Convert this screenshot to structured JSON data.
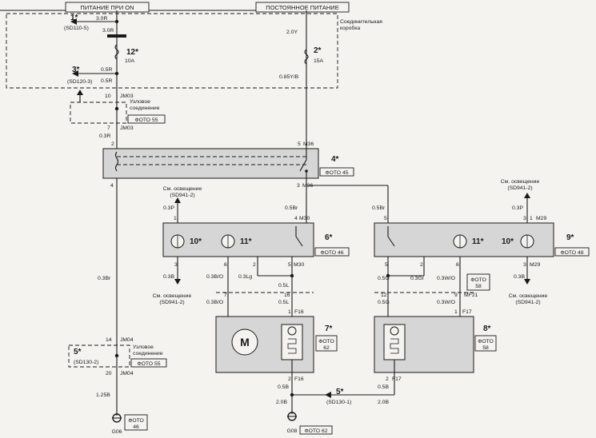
{
  "header": {
    "power_on": "ПИТАНИЕ ПРИ ON",
    "constant_power": "ПОСТОЯННОЕ ПИТАНИЕ",
    "junction_box": [
      "Соединительная",
      "коробка"
    ]
  },
  "components": {
    "c1": {
      "num": "1*",
      "ref": "(SD110-5)"
    },
    "c2": {
      "num": "2*",
      "amp": "15A"
    },
    "c3": {
      "num": "3*",
      "ref": "(SD120-3)"
    },
    "c12": {
      "num": "12*",
      "amp": "10A"
    },
    "c4": {
      "num": "4*",
      "photo": "ФОТО 45"
    },
    "c5a": {
      "num": "5*",
      "ref": "(SD130-2)",
      "photo": "ФОТО 55",
      "label": [
        "Узловое",
        "соединение"
      ]
    },
    "c5b": {
      "num": "5*",
      "ref": "(SD130-1)"
    },
    "c6": {
      "num": "6*",
      "photo": "ФОТО 46"
    },
    "c7": {
      "num": "7*",
      "photo": [
        "ФОТО",
        "62"
      ]
    },
    "c8": {
      "num": "8*",
      "photo": [
        "ФОТО",
        "58"
      ]
    },
    "c9": {
      "num": "9*",
      "photo": "ФОТО 48"
    },
    "c10_left": {
      "num": "10*"
    },
    "c11_left": {
      "num": "11*"
    },
    "c11_right": {
      "num": "11*"
    },
    "c10_right": {
      "num": "10*"
    },
    "mf21_photo": [
      "ФОТО",
      "58"
    ],
    "jm03_node": {
      "label": [
        "Узловое",
        "соединение"
      ],
      "photo": "ФОТО 55"
    }
  },
  "wires": {
    "w3_0r_a": "3.0R",
    "w3_0r_b": "3.0R",
    "w2_0y": "2.0Y",
    "w0_5r_a": "0.5R",
    "w0_5r_b": "0.5R",
    "w0_85yb": "0.85Y/B",
    "w0_3r": "0.3R",
    "w0_3br": "0.3Br",
    "w0_3p_l": "0.3P",
    "w0_5br_l": "0.5Br",
    "w0_5br_r": "0.5Br",
    "w0_3p_r": "0.3P",
    "w0_3b_l": "0.3B",
    "w0_3bo_l": "0.3B/O",
    "w0_3lg": "0.3Lg",
    "w0_5l": "0.5L",
    "w0_3bo_l2": "0.3B/O",
    "w0_5l2": "0.5L",
    "w0_5g": "0.5G",
    "w0_3gr": "0.3Gr",
    "w0_3wo": "0.3W/O",
    "w0_3b_r": "0.3B",
    "w0_5g2": "0.5G",
    "w0_3wo2": "0.3W/O",
    "w0_5b_l": "0.5B",
    "w2_0b_l": "2.0B",
    "w0_5b_r": "0.5B",
    "w2_0b_r": "2.0B",
    "w1_25b": "1.25B"
  },
  "connectors": {
    "jm03_top": "JM03",
    "jm03_bot": "JM03",
    "m36_top": "M36",
    "m36_bot": "M36",
    "m30": "M30",
    "m30b": "M30",
    "m29": "M29",
    "m29b": "M29",
    "f16": "F16",
    "f16b": "F16",
    "f17": "F17",
    "f17b": "F17",
    "mf21": "MF21",
    "jm04_top": "JM04",
    "jm04_bot": "JM04"
  },
  "pins": {
    "p10": "10",
    "p7": "7",
    "p2": "2",
    "p5": "5",
    "p4": "4",
    "p3": "3",
    "m30_1": "1",
    "m30_4": "4",
    "m30_6": "6",
    "m30_2": "2",
    "m30_5": "5",
    "m30_3": "3",
    "m29_3": "3",
    "m29_1": "1",
    "m29_5": "5",
    "m29_2": "2",
    "m29_6": "6",
    "m29_3b": "3",
    "f16_7": "7",
    "f16_16": "16",
    "f16_1": "1",
    "f16_2": "2",
    "f17_12": "12",
    "f17_9": "9",
    "f17_1": "1",
    "f17_2": "2",
    "jm04_14": "14",
    "jm04_20": "20"
  },
  "refs": {
    "see_lighting": "См. освещение",
    "sd941": "(SD941-2)"
  },
  "grounds": {
    "g06": "G06",
    "g06_photo": [
      "ФОТО",
      "46"
    ],
    "g08": "G08",
    "g08_photo": "ФОТО 62"
  }
}
